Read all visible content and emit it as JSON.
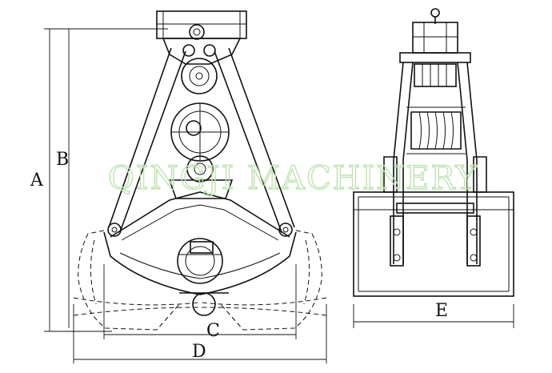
{
  "diagram": {
    "watermark": "QINGJI MACHINERY",
    "labels": {
      "A": "A",
      "B": "B",
      "C": "C",
      "D": "D",
      "E": "E"
    }
  }
}
